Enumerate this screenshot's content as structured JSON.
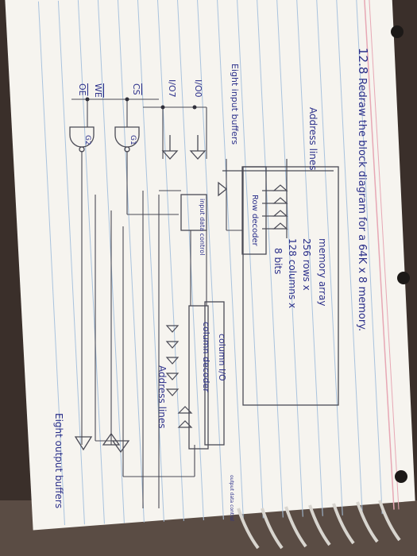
{
  "photo": {
    "background_color": "#3a2f2a",
    "paper_color": "#f6f4ef",
    "rule_color": "#a9c3de",
    "margin_line_color": "#e7a7b4",
    "ink_color": "#2b2f8a",
    "pencil_color": "#4a4a55"
  },
  "heading": {
    "number": "12.8",
    "text": "Redraw the block diagram for a 64K x 8 memory."
  },
  "labels": {
    "address_lines_left": "Address lines",
    "row_decoder": "Row decoder",
    "memory_array_title": "memory array",
    "memory_array_line1": "256 rows x",
    "memory_array_line2": "128 columns x",
    "memory_array_line3": "8 bits",
    "column_io": "column I/O",
    "column_decoder": "column decoder",
    "address_lines_bottom": "Address lines",
    "eight_input_buffers": "Eight input buffers",
    "input_data_control": "input data control",
    "io0": "I/O0",
    "io7": "I/O7",
    "cs": "CS",
    "we": "WE",
    "oe": "OE",
    "g1": "G1",
    "g2": "G2",
    "output_data_control": "output data control",
    "eight_output_buffers": "Eight output buffers"
  }
}
